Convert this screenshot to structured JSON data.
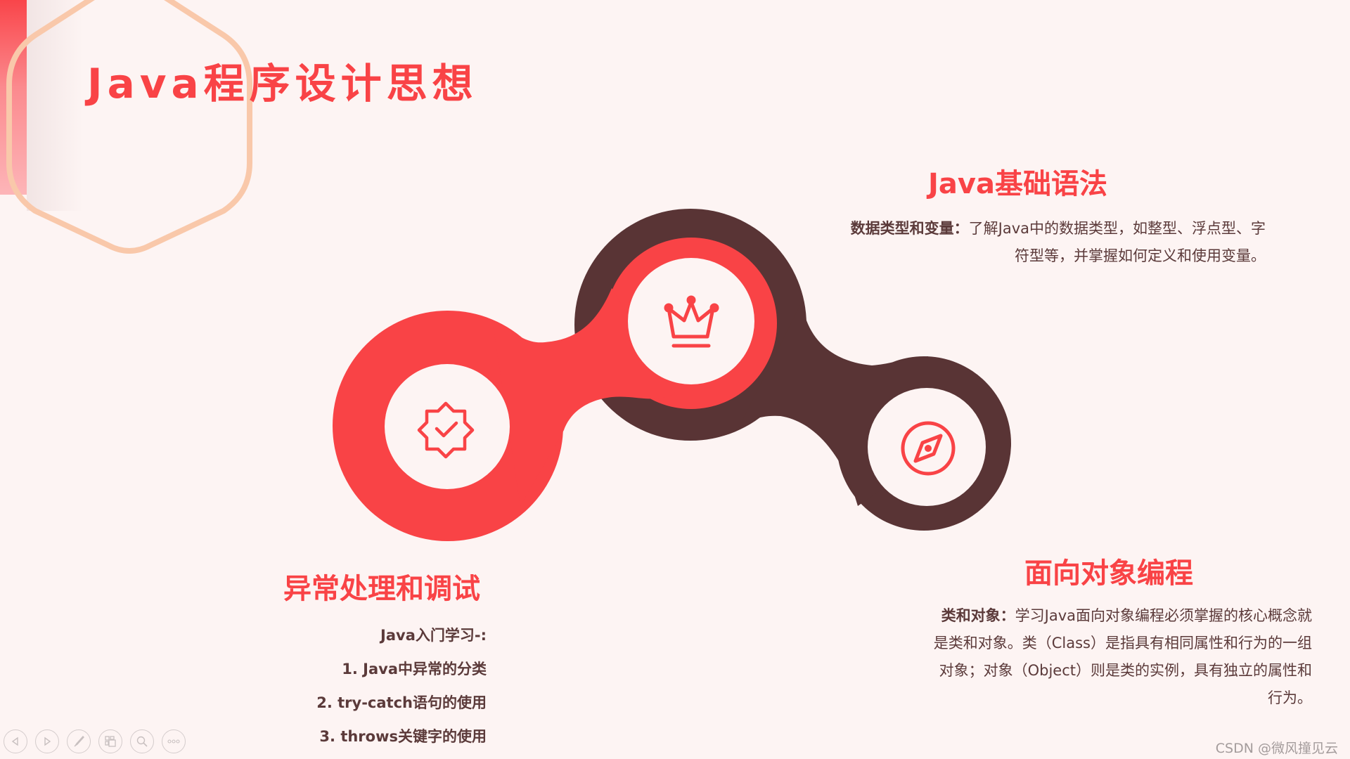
{
  "slide": {
    "title": "Java程序设计思想",
    "sections": [
      {
        "id": "basics",
        "title": "Java基础语法",
        "icon": "crown-icon",
        "lead": "数据类型和变量：",
        "lines": [
          "了解Java中的数据类型，如整型、浮点型、字",
          "符型等，并掌握如何定义和使用变量。"
        ]
      },
      {
        "id": "oop",
        "title": "面向对象编程",
        "icon": "compass-icon",
        "lead": "类和对象：",
        "lines": [
          "学习Java面向对象编程必须掌握的核心概念就",
          "是类和对象。类（Class）是指具有相同属性和行为的一组",
          "对象；对象（Object）则是类的实例，具有独立的属性和",
          "行为。"
        ]
      },
      {
        "id": "exceptions",
        "title": "异常处理和调试",
        "icon": "verified-badge-icon",
        "items": [
          "Java入门学习-:",
          "1. Java中异常的分类",
          "2. try-catch语句的使用",
          "3. throws关键字的使用"
        ]
      }
    ]
  },
  "colors": {
    "accent_red": "#f94346",
    "dark_brown": "#593435",
    "text_brown": "#5b3a3a",
    "background": "#fdf4f3",
    "hexagon_stroke": "#f9c8aa"
  },
  "nav": {
    "buttons": [
      "previous-slide",
      "next-slide",
      "pen-tool",
      "slide-overview",
      "zoom",
      "more-options"
    ]
  },
  "watermark": "CSDN @微风撞见云"
}
